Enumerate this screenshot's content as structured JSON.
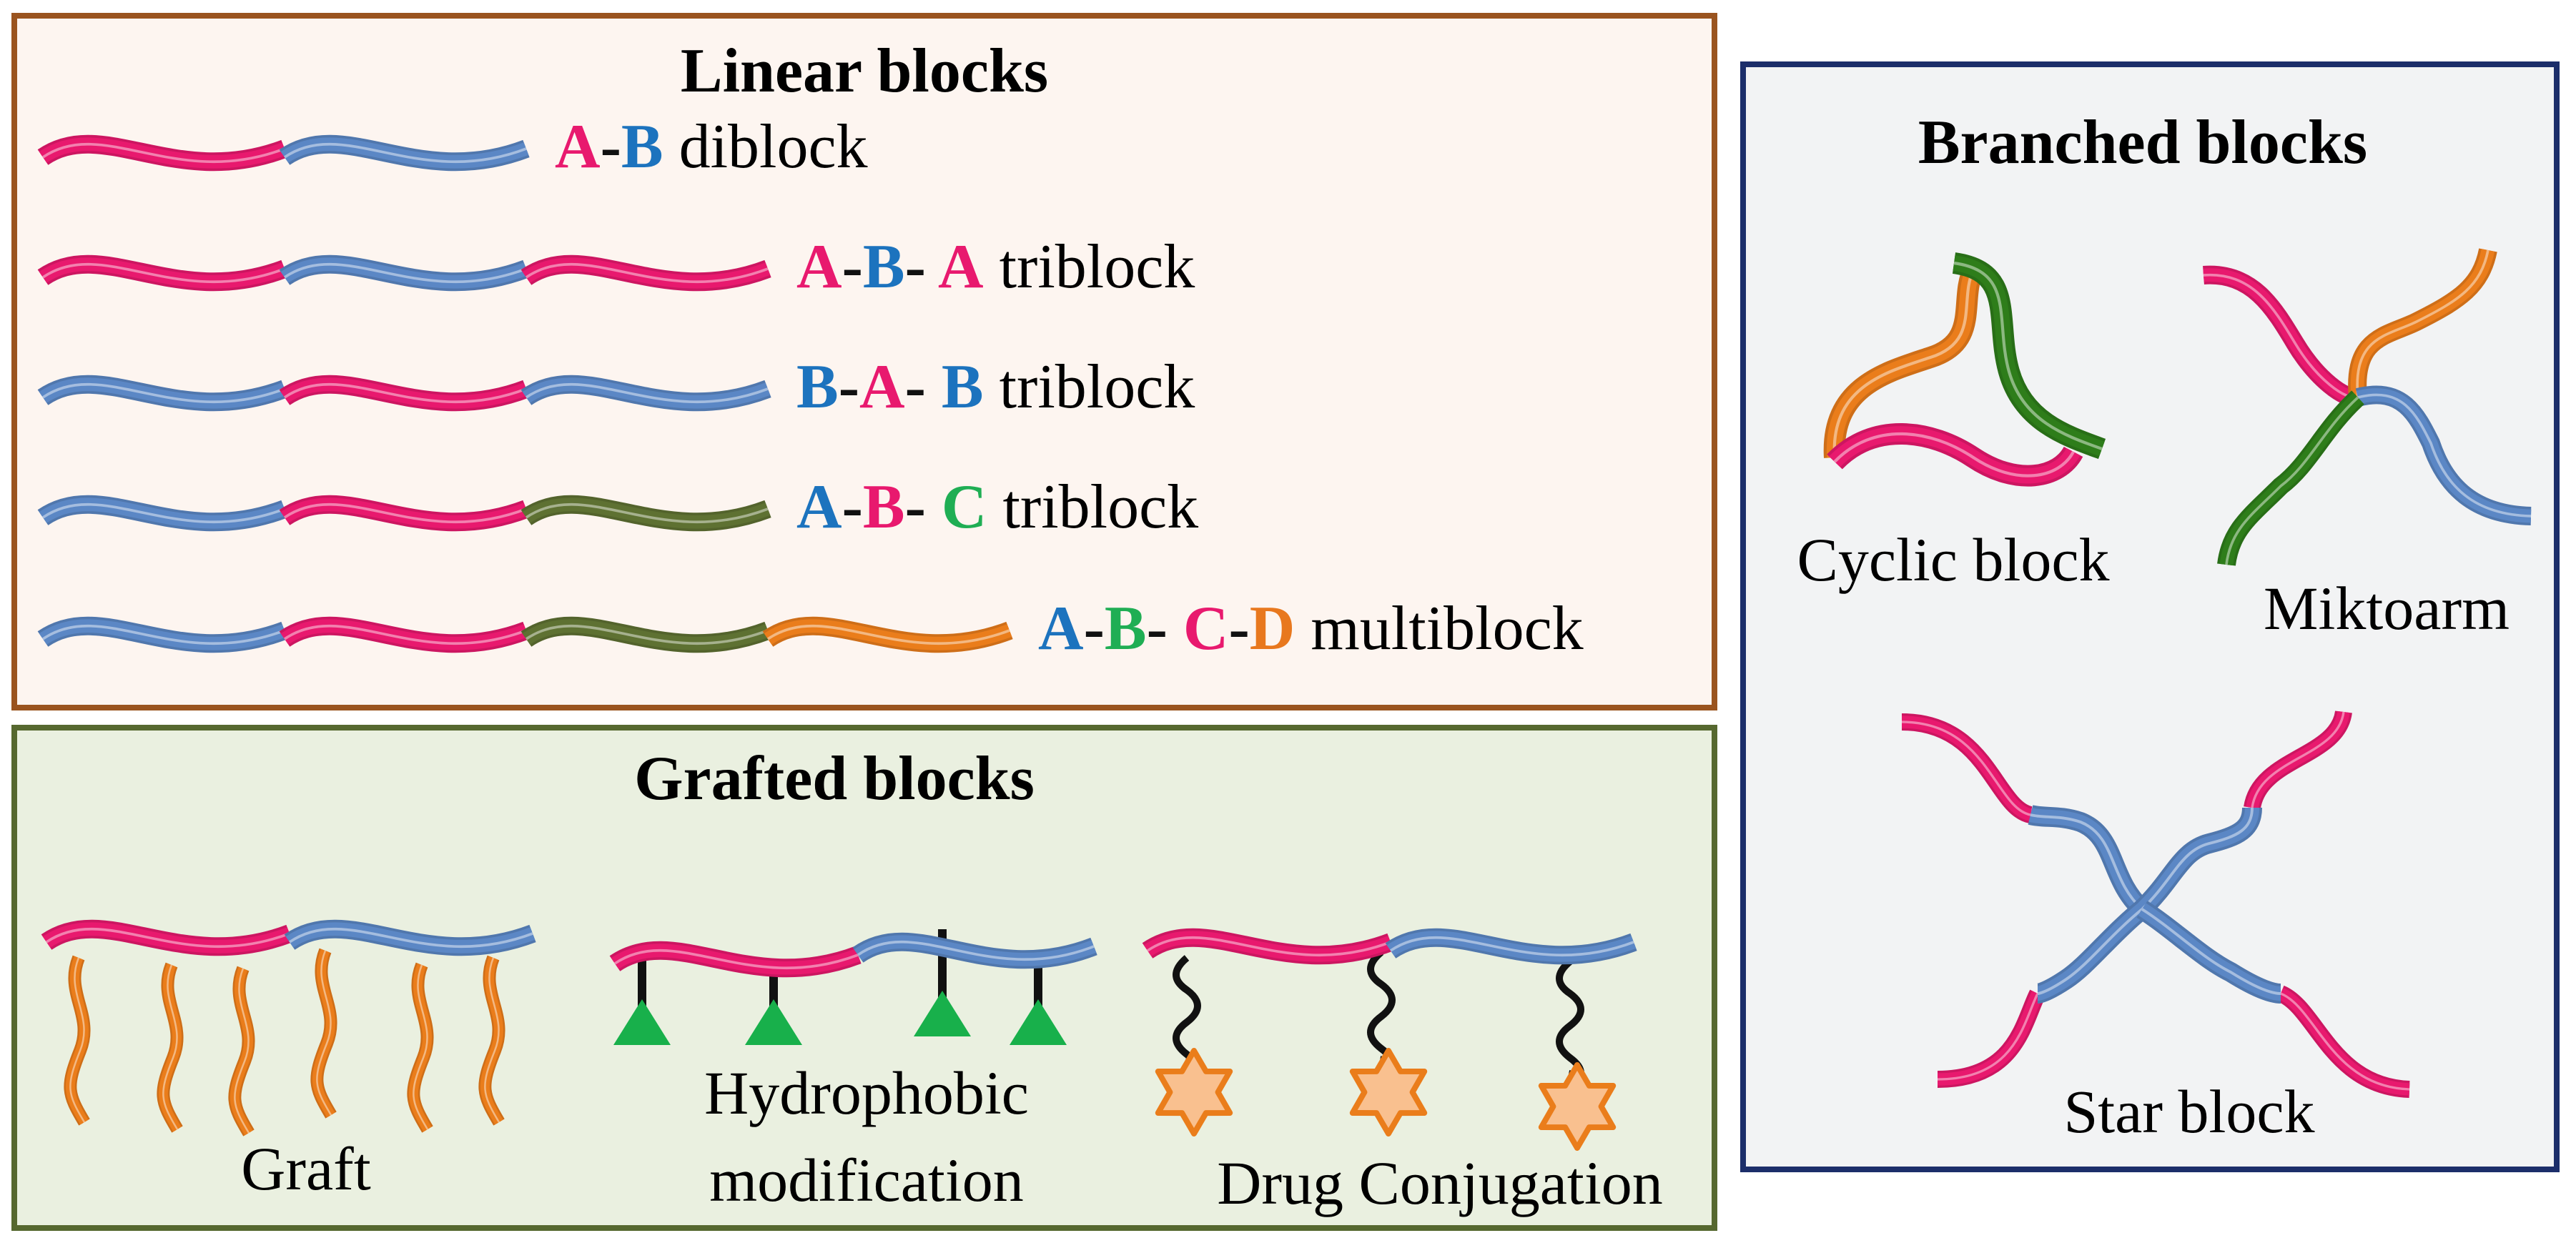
{
  "colors": {
    "pink": "#E8196E",
    "blue": "#5B87C5",
    "olive": "#5E7132",
    "orange": "#EA7D1B",
    "green": "#2E7D1A",
    "black": "#111111",
    "triangle": "#18B04B",
    "star_fill": "#F9C08F",
    "label_A_pink": "#E8196E",
    "label_blue": "#1C73BE",
    "label_green": "#1FAE54",
    "label_orange": "#E8781E",
    "linear_border": "#9A541F",
    "linear_fill": "#FDF5F0",
    "grafted_border": "#56682F",
    "grafted_fill": "#EAF0E0",
    "branched_border": "#1C2E6A",
    "branched_fill": "#F2F3F4"
  },
  "linear": {
    "title": "Linear blocks",
    "rows": [
      {
        "id": "ab",
        "segments": [
          "pink",
          "blue"
        ],
        "letters": [
          [
            "A",
            "pink"
          ],
          [
            "-",
            "black"
          ],
          [
            "B",
            "blue"
          ]
        ],
        "suffix": "diblock"
      },
      {
        "id": "aba",
        "segments": [
          "pink",
          "blue",
          "pink"
        ],
        "letters": [
          [
            "A",
            "pink"
          ],
          [
            "-",
            "black"
          ],
          [
            "B",
            "blue"
          ],
          [
            "- ",
            "black"
          ],
          [
            "A",
            "pink"
          ]
        ],
        "suffix": "triblock"
      },
      {
        "id": "bab",
        "segments": [
          "blue",
          "pink",
          "blue"
        ],
        "letters": [
          [
            "B",
            "blue"
          ],
          [
            "-",
            "black"
          ],
          [
            "A",
            "pink"
          ],
          [
            "- ",
            "black"
          ],
          [
            "B",
            "blue"
          ]
        ],
        "suffix": "triblock"
      },
      {
        "id": "abc",
        "segments": [
          "blue",
          "pink",
          "olive"
        ],
        "letters": [
          [
            "A",
            "blue"
          ],
          [
            "-",
            "black"
          ],
          [
            "B",
            "pink"
          ],
          [
            "- ",
            "black"
          ],
          [
            "C",
            "green"
          ]
        ],
        "suffix": "triblock"
      },
      {
        "id": "abcd",
        "segments": [
          "blue",
          "pink",
          "olive",
          "orange"
        ],
        "letters": [
          [
            "A",
            "blue"
          ],
          [
            "-",
            "black"
          ],
          [
            "B",
            "green"
          ],
          [
            "- ",
            "black"
          ],
          [
            "C",
            "pink"
          ],
          [
            "-",
            "black"
          ],
          [
            "D",
            "orange"
          ]
        ],
        "suffix": " multiblock"
      }
    ]
  },
  "grafted": {
    "title": "Grafted blocks",
    "graft_label": "Graft",
    "hydrophobic_label_1": "Hydrophobic",
    "hydrophobic_label_2": "modification",
    "drug_label": "Drug Conjugation"
  },
  "branched": {
    "title": "Branched blocks",
    "cyclic_label": "Cyclic block",
    "miktoarm_label": "Miktoarm",
    "star_label": "Star block"
  }
}
